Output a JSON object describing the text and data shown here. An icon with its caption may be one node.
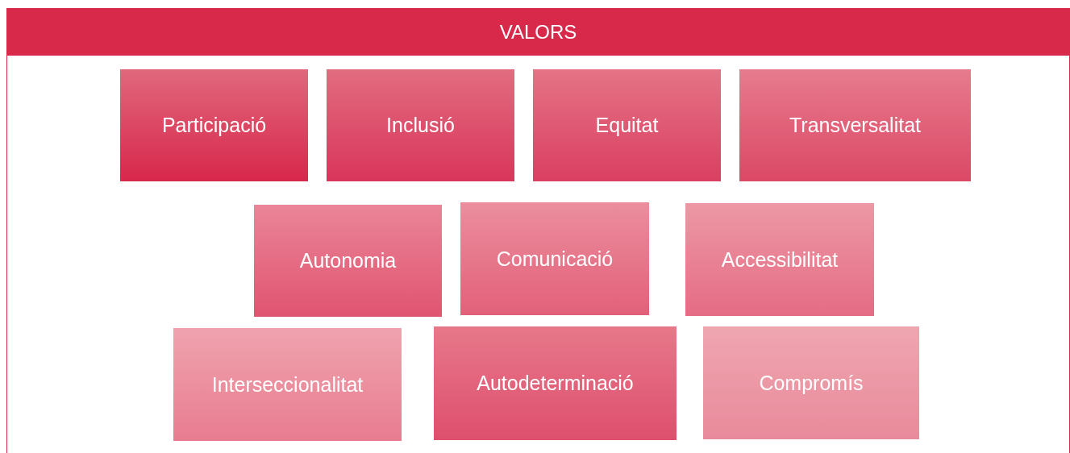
{
  "diagram": {
    "nodes": [
      {
        "text": [
          "VALORS"
        ]
      },
      {
        "text": [
          "Participació"
        ],
        "in": 0
      },
      {
        "text": [
          "Inclusió"
        ],
        "in": 0
      },
      {
        "text": [
          "Equitat"
        ],
        "in": 0
      },
      {
        "text": [
          "Transversalitat"
        ],
        "in": 0
      },
      {
        "text": [
          "Autonomia"
        ],
        "in": 0
      },
      {
        "text": [
          "Comunicació"
        ],
        "in": 0
      },
      {
        "text": [
          "Accessibilitat"
        ],
        "in": 0
      },
      {
        "text": [
          "Interseccionalitat"
        ],
        "in": 0
      },
      {
        "text": [
          "Autodeterminació"
        ],
        "in": 0
      },
      {
        "text": [
          "Compromís"
        ],
        "in": 0
      }
    ]
  }
}
